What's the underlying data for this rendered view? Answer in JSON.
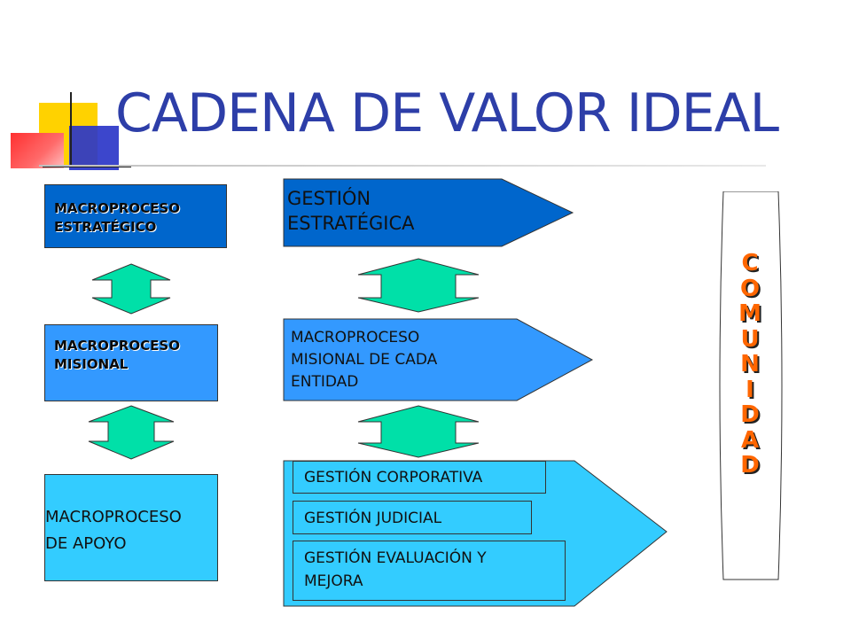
{
  "title": "CADENA DE VALOR IDEAL",
  "left_column": {
    "estrategico": {
      "line1": "MACROPROCESO",
      "line2": "ESTRATÉGICO"
    },
    "misional": {
      "line1": "MACROPROCESO",
      "line2": "MISIONAL"
    },
    "apoyo": {
      "line1": "MACROPROCESO",
      "line2": "DE APOYO"
    }
  },
  "right_column": {
    "gestion_estrategica": {
      "line1": "GESTIÓN",
      "line2": "ESTRATÉGICA"
    },
    "misional_entidad": {
      "line1": "MACROPROCESO",
      "line2": "MISIONAL DE CADA",
      "line3": "ENTIDAD"
    },
    "apoyo_items": {
      "corporativa": "GESTIÓN CORPORATIVA",
      "judicial": "GESTIÓN JUDICIAL",
      "evaluacion_line1": "GESTIÓN EVALUACIÓN Y",
      "evaluacion_line2": "MEJORA"
    }
  },
  "comunidad_letters": [
    "C",
    "O",
    "M",
    "U",
    "N",
    "I",
    "D",
    "A",
    "D"
  ],
  "colors": {
    "title": "#2d3ea8",
    "dark_blue": "#0066cc",
    "mid_blue": "#3399ff",
    "light_blue": "#33ccff",
    "arrow_green": "#00e0a8",
    "comunidad_letters": "#ff6600"
  }
}
